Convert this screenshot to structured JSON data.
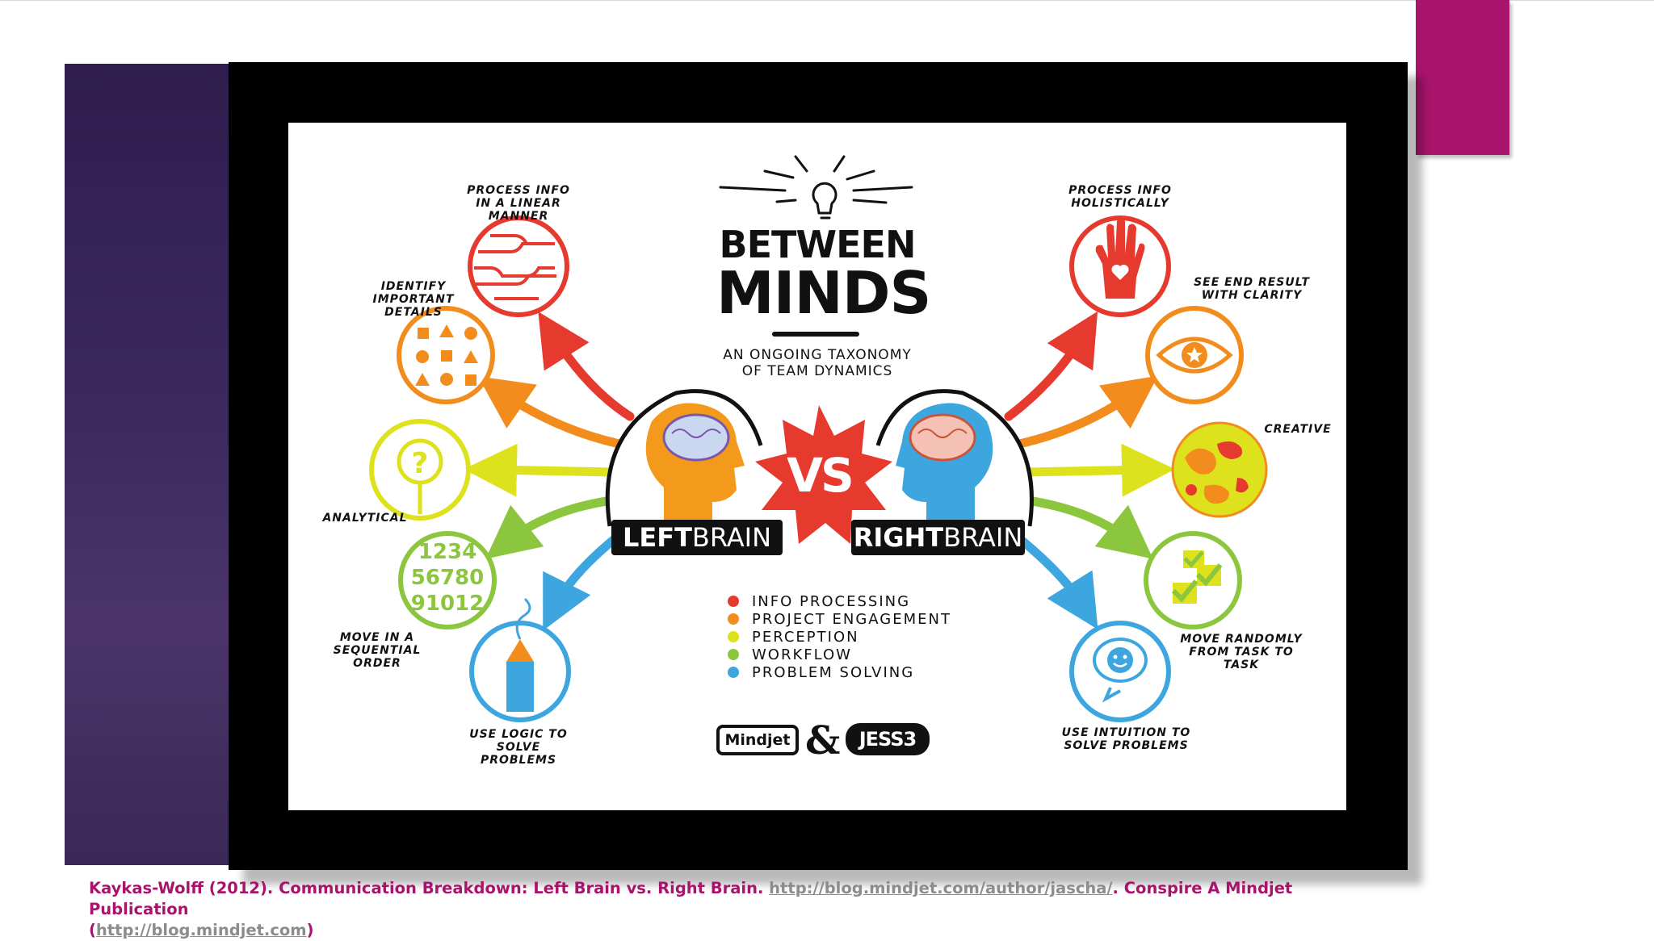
{
  "infographic": {
    "title_line1": "BETWEEN",
    "title_line2": "MINDS",
    "subtitle": "AN ONGOING TAXONOMY\nOF TEAM DYNAMICS",
    "left_bar_bold": "LEFT",
    "left_bar_light": "BRAIN",
    "right_bar_bold": "RIGHT",
    "right_bar_light": "BRAIN",
    "vs": "VS",
    "left_labels": {
      "linear": "PROCESS INFO\nIN A LINEAR MANNER",
      "details": "IDENTIFY IMPORTANT\nDETAILS",
      "analytical": "ANALYTICAL",
      "sequential": "MOVE IN A\nSEQUENTIAL ORDER",
      "logic": "USE LOGIC TO\nSOLVE PROBLEMS"
    },
    "right_labels": {
      "holistic": "PROCESS INFO\nHOLISTICALLY",
      "end_result": "SEE END RESULT\nWITH CLARITY",
      "creative": "CREATIVE",
      "random": "MOVE RANDOMLY\nFROM TASK TO TASK",
      "intuition": "USE INTUITION TO\nSOLVE PROBLEMS"
    },
    "numbers_rows": [
      "1234",
      "56780",
      "91012"
    ],
    "legend": [
      {
        "label": "INFO PROCESSING",
        "color": "#e63a2e"
      },
      {
        "label": "PROJECT ENGAGEMENT",
        "color": "#f28c1c"
      },
      {
        "label": "PERCEPTION",
        "color": "#dde21d"
      },
      {
        "label": "WORKFLOW",
        "color": "#8cc63f"
      },
      {
        "label": "PROBLEM SOLVING",
        "color": "#3da6df"
      }
    ],
    "logo_mindjet": "Mindjet",
    "logo_amp": "&",
    "logo_jess": "JESS3",
    "colors": {
      "red": "#e63a2e",
      "orange": "#f28c1c",
      "yellow": "#dde21d",
      "green": "#8cc63f",
      "blue": "#3da6df"
    }
  },
  "citation": {
    "text1": "Kaykas-Wolff (2012). Communication Breakdown: Left Brain vs. Right Brain. ",
    "link1": "http://blog.mindjet.com/author/jascha/",
    "text2": ". Conspire A Mindjet Publication",
    "paren_open": "(",
    "link2": "http://blog.mindjet.com",
    "paren_close": ")"
  },
  "theme": {
    "accent": "#a8146b",
    "panel": "#3c2a5e"
  }
}
